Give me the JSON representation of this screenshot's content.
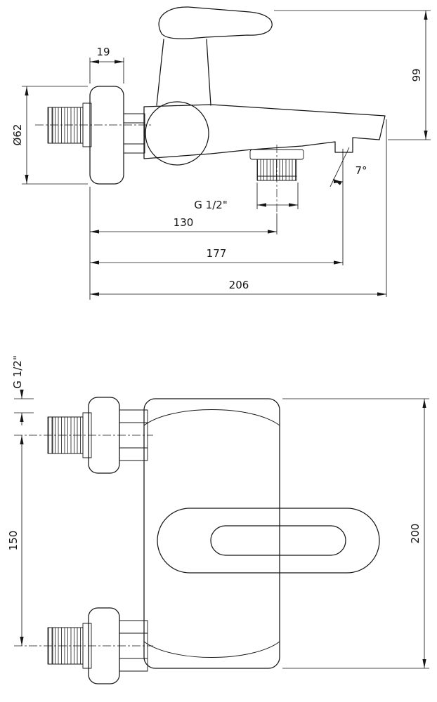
{
  "colors": {
    "line": "#151515",
    "background": "#ffffff"
  },
  "side_view": {
    "dim_flange_width": "19",
    "dim_height": "99",
    "dim_flange_diameter": "Ø62",
    "dim_outlet_thread": "G 1/2\"",
    "dim_wall_to_outlet": "130",
    "dim_wall_to_spout": "177",
    "dim_total_depth": "206",
    "dim_spout_angle": "7°"
  },
  "front_view": {
    "dim_inlet_thread": "G 1/2\"",
    "dim_inlet_spacing": "150",
    "dim_total_height": "200"
  }
}
